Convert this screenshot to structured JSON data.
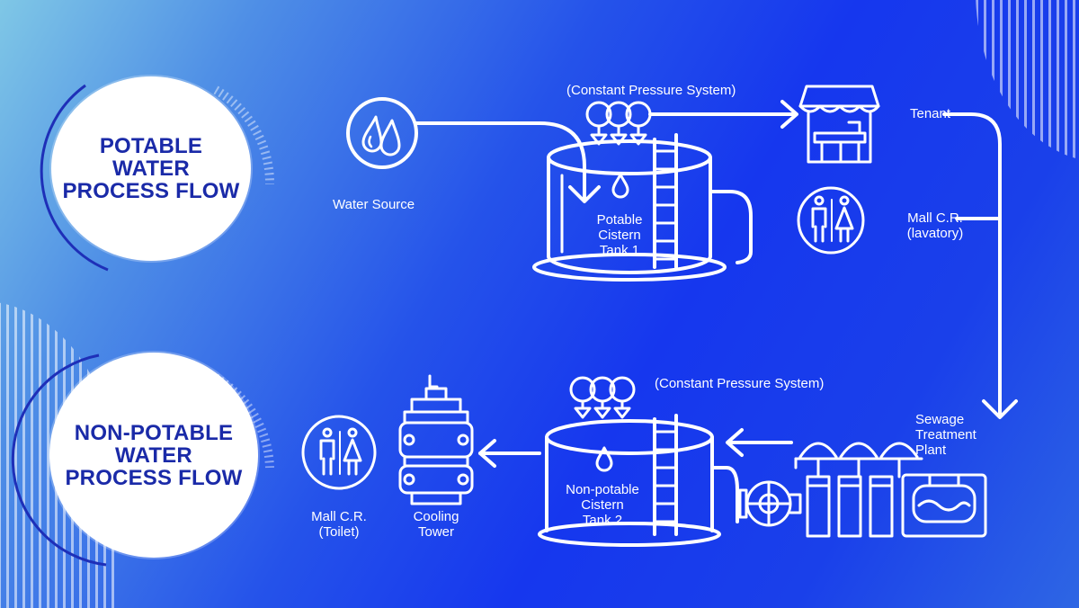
{
  "potable": {
    "title_lines": [
      "POTABLE",
      "WATER",
      "PROCESS FLOW"
    ],
    "pressure_label": "(Constant Pressure System)",
    "water_source": "Water Source",
    "tank_lines": [
      "Potable",
      "Cistern",
      "Tank 1"
    ],
    "tenant": "Tenant",
    "lavatory_lines": [
      "Mall C.R.",
      "(lavatory)"
    ]
  },
  "nonpotable": {
    "title_lines": [
      "NON-POTABLE",
      "WATER",
      "PROCESS FLOW"
    ],
    "pressure_label": "(Constant Pressure System)",
    "sewage_lines": [
      "Sewage",
      "Treatment",
      "Plant"
    ],
    "tank_lines": [
      "Non-potable",
      "Cistern",
      "Tank 2"
    ],
    "cooling_lines": [
      "Cooling",
      "Tower"
    ],
    "toilet_lines": [
      "Mall C.R.",
      "(Toilet)"
    ]
  },
  "colors": {
    "title_text": "#1a2aa8",
    "line": "#ffffff"
  }
}
